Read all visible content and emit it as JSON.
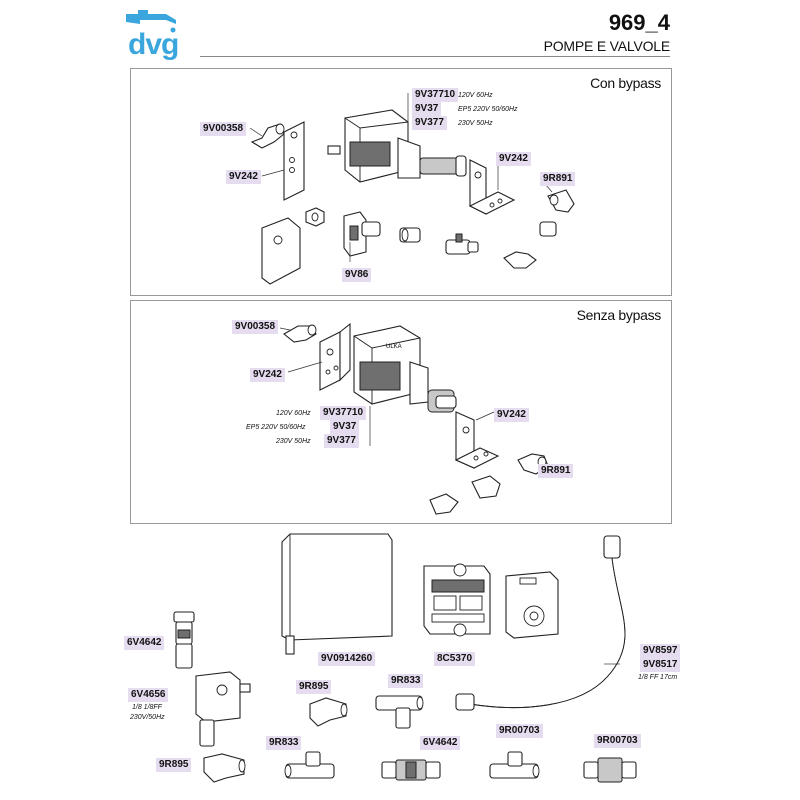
{
  "header": {
    "brand": "dvg",
    "page_number": "969_4",
    "page_title": "POMPE E VALVOLE"
  },
  "sections": {
    "con_bypass": {
      "title": "Con bypass",
      "pump_codes": [
        "9V37710",
        "9V37",
        "9V377"
      ],
      "pump_notes": [
        "120V 60Hz",
        "EP5 220V 50/60Hz",
        "230V 50Hz"
      ],
      "parts": [
        "9V00358",
        "9V242",
        "9V86",
        "9V242",
        "9R891"
      ]
    },
    "senza_bypass": {
      "title": "Senza bypass",
      "pump_codes": [
        "9V37710",
        "9V37",
        "9V377"
      ],
      "pump_notes": [
        "120V 60Hz",
        "EP5 220V 50/60Hz",
        "230V 50Hz"
      ],
      "parts": [
        "9V00358",
        "9V242",
        "9V242",
        "9R891"
      ]
    }
  },
  "bottom": {
    "labels": {
      "cover": "9V0914260",
      "relay": "8C5370",
      "hose_a": "9V8597",
      "hose_b": "9V8517",
      "hose_note": "1/8 FF 17cm",
      "valve_top": "6V4642",
      "solenoid": "6V4656",
      "solenoid_note1": "1/8  1/8FF",
      "solenoid_note2": "230V/50Hz",
      "elbow_a": "9R895",
      "tee_a": "9R833",
      "elbow_b": "9R895",
      "tee_b": "9R833",
      "valve_bottom": "6V4642",
      "tee_c": "9R00703",
      "fitting_d": "9R00703"
    }
  },
  "colors": {
    "brand_blue": "#3aa6dd",
    "label_bg": "#e6dcef"
  }
}
